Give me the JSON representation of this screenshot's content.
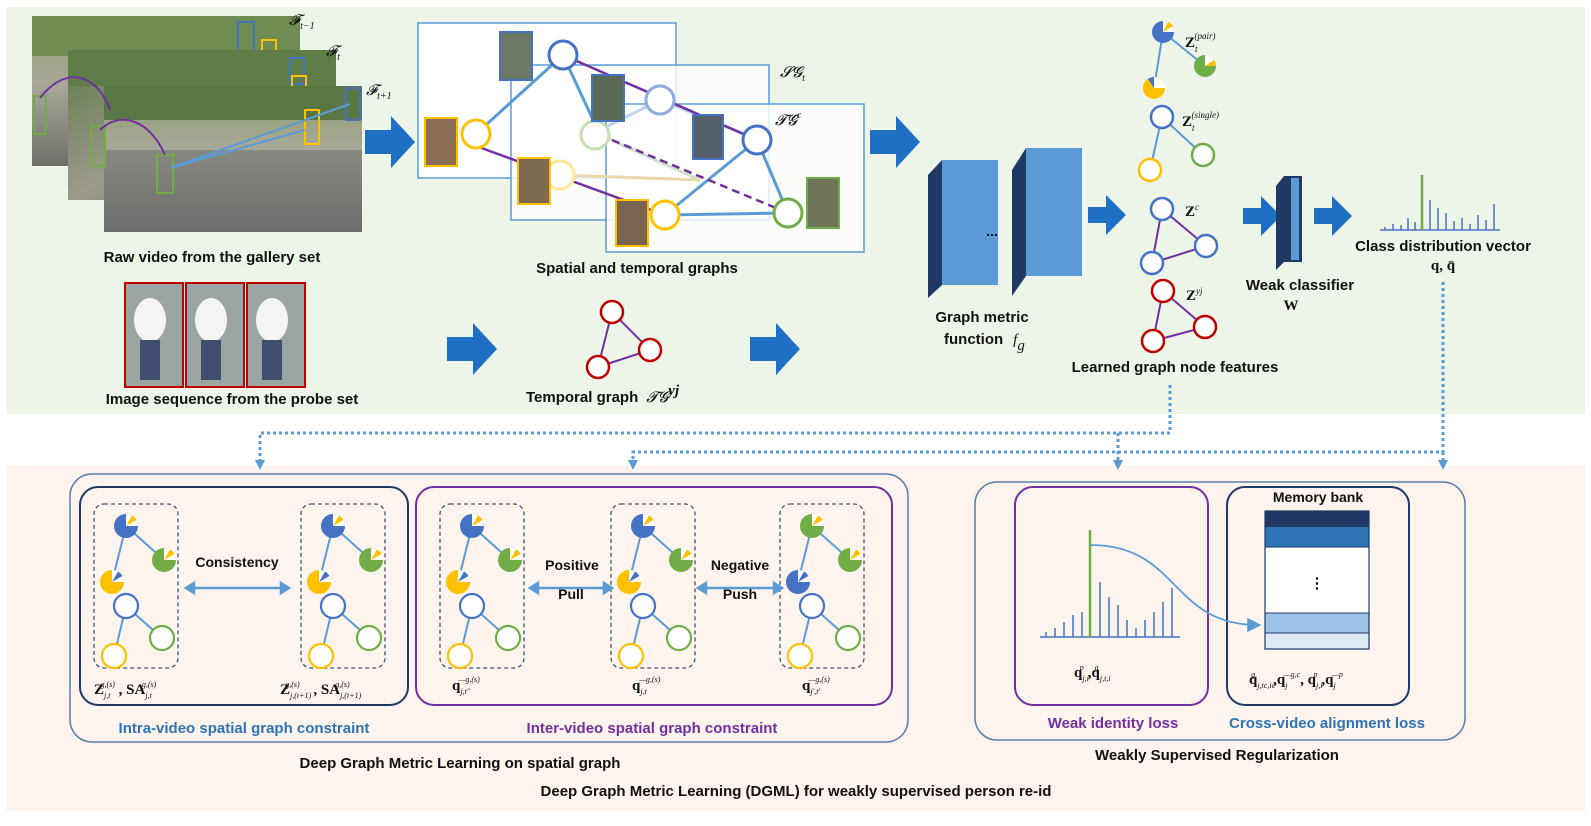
{
  "diagram": {
    "caption": "Deep Graph Metric Learning (DGML) for weakly supervised person re-id",
    "top": {
      "raw_video_label": "Raw video from the gallery set",
      "probe_label": "Image sequence from the probe set",
      "spatial_temporal_label": "Spatial and temporal graphs",
      "temporal_graph_label": "Temporal graph",
      "frame_labels": [
        "𝓕t−1",
        "𝓕t",
        "𝓕t+1"
      ],
      "sg_label": "𝓢𝓖t",
      "tg_label": "𝓣𝓖c",
      "tg_yj_label": "𝓣𝓖yj",
      "metric_label_line1": "Graph metric",
      "metric_label_line2": "function",
      "metric_symbol": "fg",
      "ellipsis": "...",
      "node_features_label": "Learned graph node features",
      "z_pair": "Zt(pair)",
      "z_single": "Zt(single)",
      "z_c": "Zc",
      "z_yj": "Zyj",
      "weak_classifier_label": "Weak classifier",
      "weak_classifier_symbol": "W",
      "class_dist_label": "Class distribution vector",
      "class_dist_symbol": "q, q̄"
    },
    "bottom": {
      "consistency": "Consistency",
      "positive": "Positive",
      "pull": "Pull",
      "negative": "Negative",
      "push": "Push",
      "intra_math_left": "Zj,t g,(s) , SAj,t g,(s)",
      "intra_math_right": "Zj,(t+1) g,(s) , SAj,(t+1) g,(s)",
      "inter_math_1": "q̄j,t'' g,(s)",
      "inter_math_2": "q̄j,t g,(s)",
      "inter_math_3": "q̄j',t' g,(s)",
      "intra_caption": "Intra-video spatial graph constraint",
      "inter_caption": "Inter-video spatial graph constraint",
      "left_group_caption": "Deep Graph Metric Learning on spatial graph",
      "memory_bank": "Memory bank",
      "memory_ellipsis": "⋮",
      "weak_identity_math": "qj,i p , qj,t,i g",
      "alignment_math": "qj,tc,ic g , q̄j g,c ,  qj,i p , q̄j p",
      "weak_identity_caption": "Weak identity loss",
      "alignment_caption": "Cross-video alignment loss",
      "right_group_caption": "Weakly Supervised Regularization"
    },
    "colors": {
      "top_bg": "#edf5e9",
      "bottom_bg": "#fdf4ee",
      "blue_node": "#4472c4",
      "green_node": "#70ad47",
      "yellow_node": "#ffc000",
      "red_node": "#c00000",
      "purple": "#7030a0",
      "arrow_blue": "#1f6fc5",
      "dotted_blue": "#5b9bd5"
    }
  }
}
